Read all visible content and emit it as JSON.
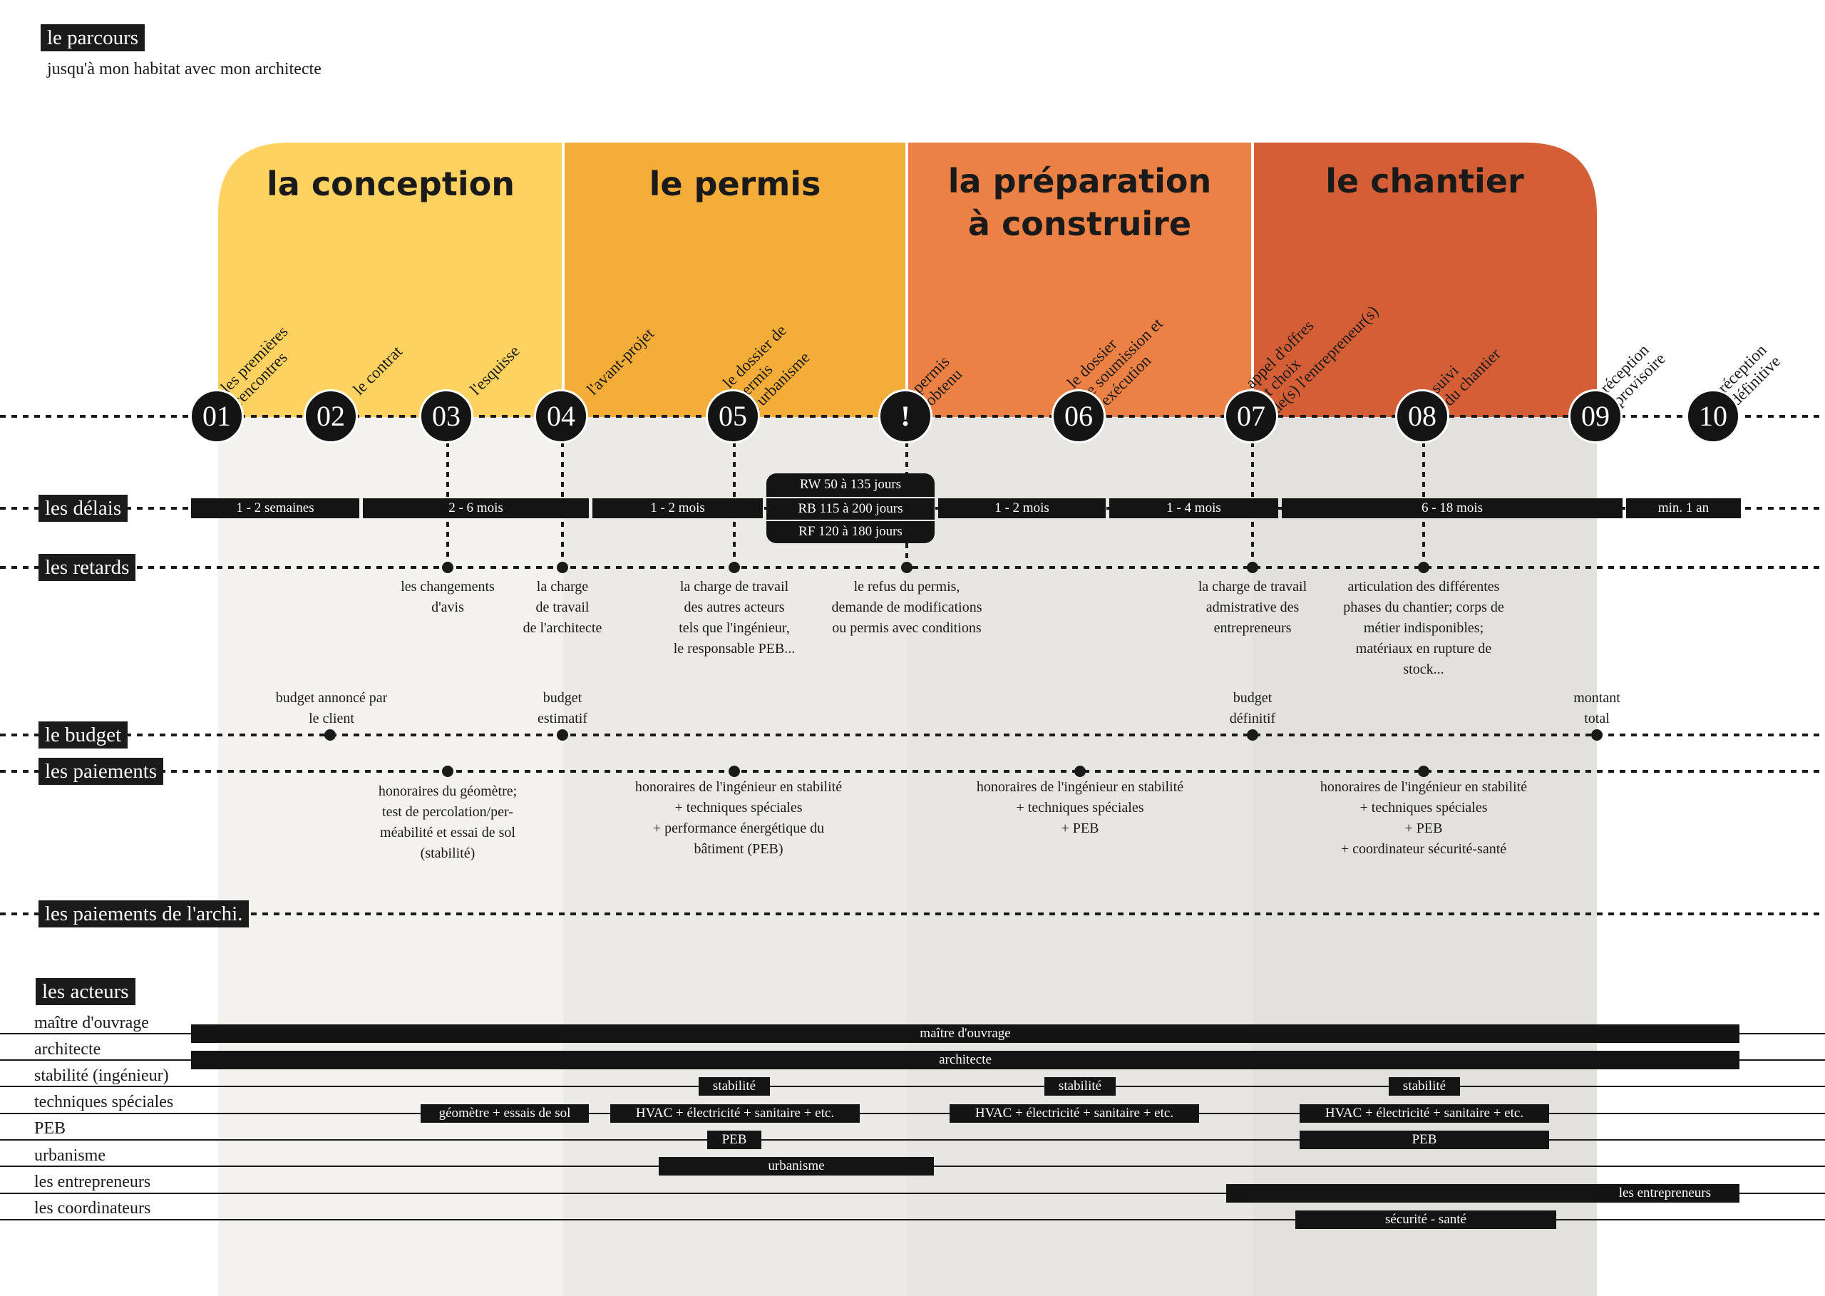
{
  "title": "le parcours",
  "subtitle": "jusqu'à mon habitat avec mon architecte",
  "phases": [
    {
      "label": "la conception",
      "color": "#fed260"
    },
    {
      "label": "le permis",
      "color": "#f3ad38"
    },
    {
      "label": "la préparation\nà construire",
      "color": "#ec8145"
    },
    {
      "label": "le chantier",
      "color": "#d45f37"
    }
  ],
  "steps": [
    {
      "num": "01",
      "label": "les premières\nrencontres"
    },
    {
      "num": "02",
      "label": "le contrat"
    },
    {
      "num": "03",
      "label": "l'esquisse"
    },
    {
      "num": "04",
      "label": "l'avant-projet"
    },
    {
      "num": "05",
      "label": "le dossier de\npermis\nd'urbanisme"
    },
    {
      "num": "!",
      "label": "permis\nobtenu"
    },
    {
      "num": "06",
      "label": "le dossier\nde soumission et\nd'exécution"
    },
    {
      "num": "07",
      "label": "appel d'offres\net choix\nde(s) l'entrepreneur(s)"
    },
    {
      "num": "08",
      "label": "suivi\ndu chantier"
    },
    {
      "num": "09",
      "label": "réception\nprovisoire"
    },
    {
      "num": "10",
      "label": "réception\ndéfinitive"
    }
  ],
  "rows": {
    "delais": "les délais",
    "retards": "les retards",
    "budget": "le budget",
    "paiements": "les paiements",
    "archi": "les paiements de l'archi.",
    "acteurs": "les acteurs"
  },
  "delais": [
    "1 - 2 semaines",
    "2 - 6 mois",
    "1 - 2 mois",
    "1 - 2 mois",
    "1 - 4 mois",
    "6 - 18 mois",
    "min. 1 an"
  ],
  "permis_delais": [
    "RW 50 à 135 jours",
    "RB  115 à 200 jours",
    "RF 120 à 180 jours"
  ],
  "retards": [
    "les changements\nd'avis",
    "la charge\nde travail\nde l'architecte",
    "la charge de travail\ndes autres acteurs\ntels que l'ingénieur,\nle responsable PEB...",
    "le refus du permis,\ndemande de modifications\nou permis avec conditions",
    "la charge de travail\nadmistrative des\nentrepreneurs",
    "articulation des différentes\nphases du chantier; corps de\nmétier indisponibles;\nmatériaux en rupture de\nstock..."
  ],
  "budget": [
    "budget annoncé par\nle client",
    "budget\nestimatif",
    "budget\ndéfinitif",
    "montant\ntotal"
  ],
  "paiements": [
    "honoraires du géomètre;\ntest de percolation/per-\nméabilité et essai de sol\n(stabilité)",
    "honoraires de l'ingénieur en stabilité\n+ techniques spéciales\n+ performance énergétique du\nbâtiment (PEB)",
    "honoraires de l'ingénieur en stabilité\n+ techniques spéciales\n+ PEB",
    "honoraires de l'ingénieur en stabilité\n+ techniques spéciales\n+ PEB\n+ coordinateur sécurité-santé"
  ],
  "acteurs": [
    "maître d'ouvrage",
    "architecte",
    "stabilité (ingénieur)",
    "techniques spéciales",
    "PEB",
    "urbanisme",
    "les entrepreneurs",
    "les coordinateurs"
  ],
  "acteur_bars": {
    "mo": "maître d'ouvrage",
    "archi": "architecte",
    "stab": "stabilité",
    "geo": "géomètre + essais de sol",
    "hvac": "HVAC + électricité + sanitaire + etc.",
    "peb": "PEB",
    "urb": "urbanisme",
    "entr": "les entrepreneurs",
    "secu": "sécurité - santé"
  }
}
